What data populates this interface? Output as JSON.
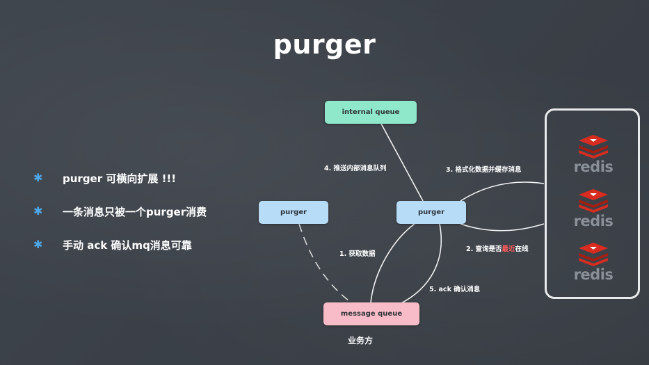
{
  "title": "purger",
  "bullets": [
    "purger 可横向扩展 !!!",
    "一条消息只被一个purger消费",
    "手动 ack 确认mq消息可靠"
  ],
  "bullet_icon": "asterisk-icon",
  "nodes": {
    "internal_queue": "internal queue",
    "purger_left": "purger",
    "purger_center": "purger",
    "message_queue": "message queue"
  },
  "edges": {
    "step1": "1. 获取数据",
    "step2_pre": "2. 查询是否",
    "step2_hl": "最近",
    "step2_post": "在线",
    "step3": "3. 格式化数据并缓存消息",
    "step4": "4. 推送内部消息队列",
    "step5": "5. ack 确认消息"
  },
  "redis": [
    "redis",
    "redis",
    "redis"
  ],
  "footer": "业务方",
  "colors": {
    "internal_queue": "#8fe8c9",
    "purger": "#b7dcf8",
    "message_queue": "#f7bcc7",
    "bullet_star": "#4ea7e8",
    "highlight": "#ff5a5a",
    "redis_red": "#d82c20"
  }
}
